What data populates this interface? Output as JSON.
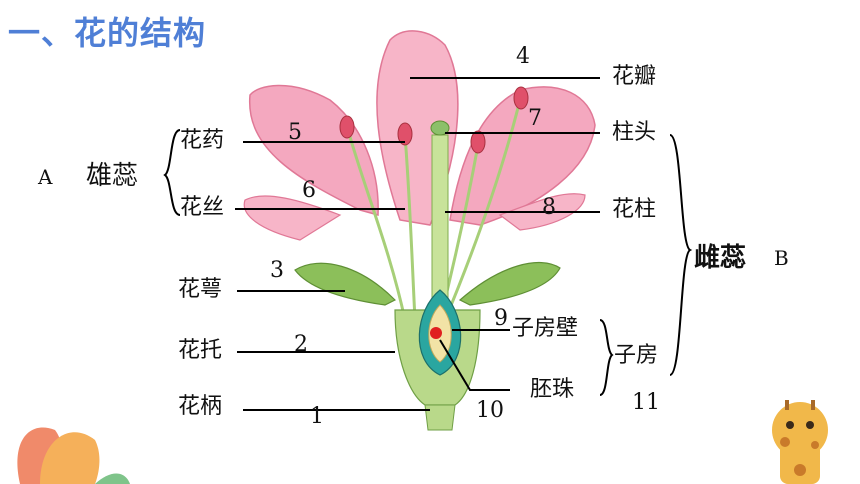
{
  "title": "一、花的结构",
  "labels": {
    "petal": "花瓣",
    "anther": "花药",
    "filament": "花丝",
    "stamen": "雄蕊",
    "stamen_letter": "A",
    "stigma": "柱头",
    "style": "花柱",
    "pistil": "雌蕊",
    "pistil_letter": "B",
    "sepal": "花萼",
    "receptacle": "花托",
    "pedicel": "花柄",
    "ovary_wall": "子房壁",
    "ovule": "胚珠",
    "ovary": "子房"
  },
  "numbers": {
    "n1": "1",
    "n2": "2",
    "n3": "3",
    "n4": "4",
    "n5": "5",
    "n6": "6",
    "n7": "7",
    "n8": "8",
    "n9": "9",
    "n10": "10",
    "n11": "11"
  },
  "colors": {
    "title": "#4f7fd6",
    "petal": "#f4a8bf",
    "petal_edge": "#e07896",
    "stem": "#b9d98a",
    "sepal": "#8cbf5a",
    "anther": "#e0506a",
    "ovule_dot": "#e02020"
  }
}
